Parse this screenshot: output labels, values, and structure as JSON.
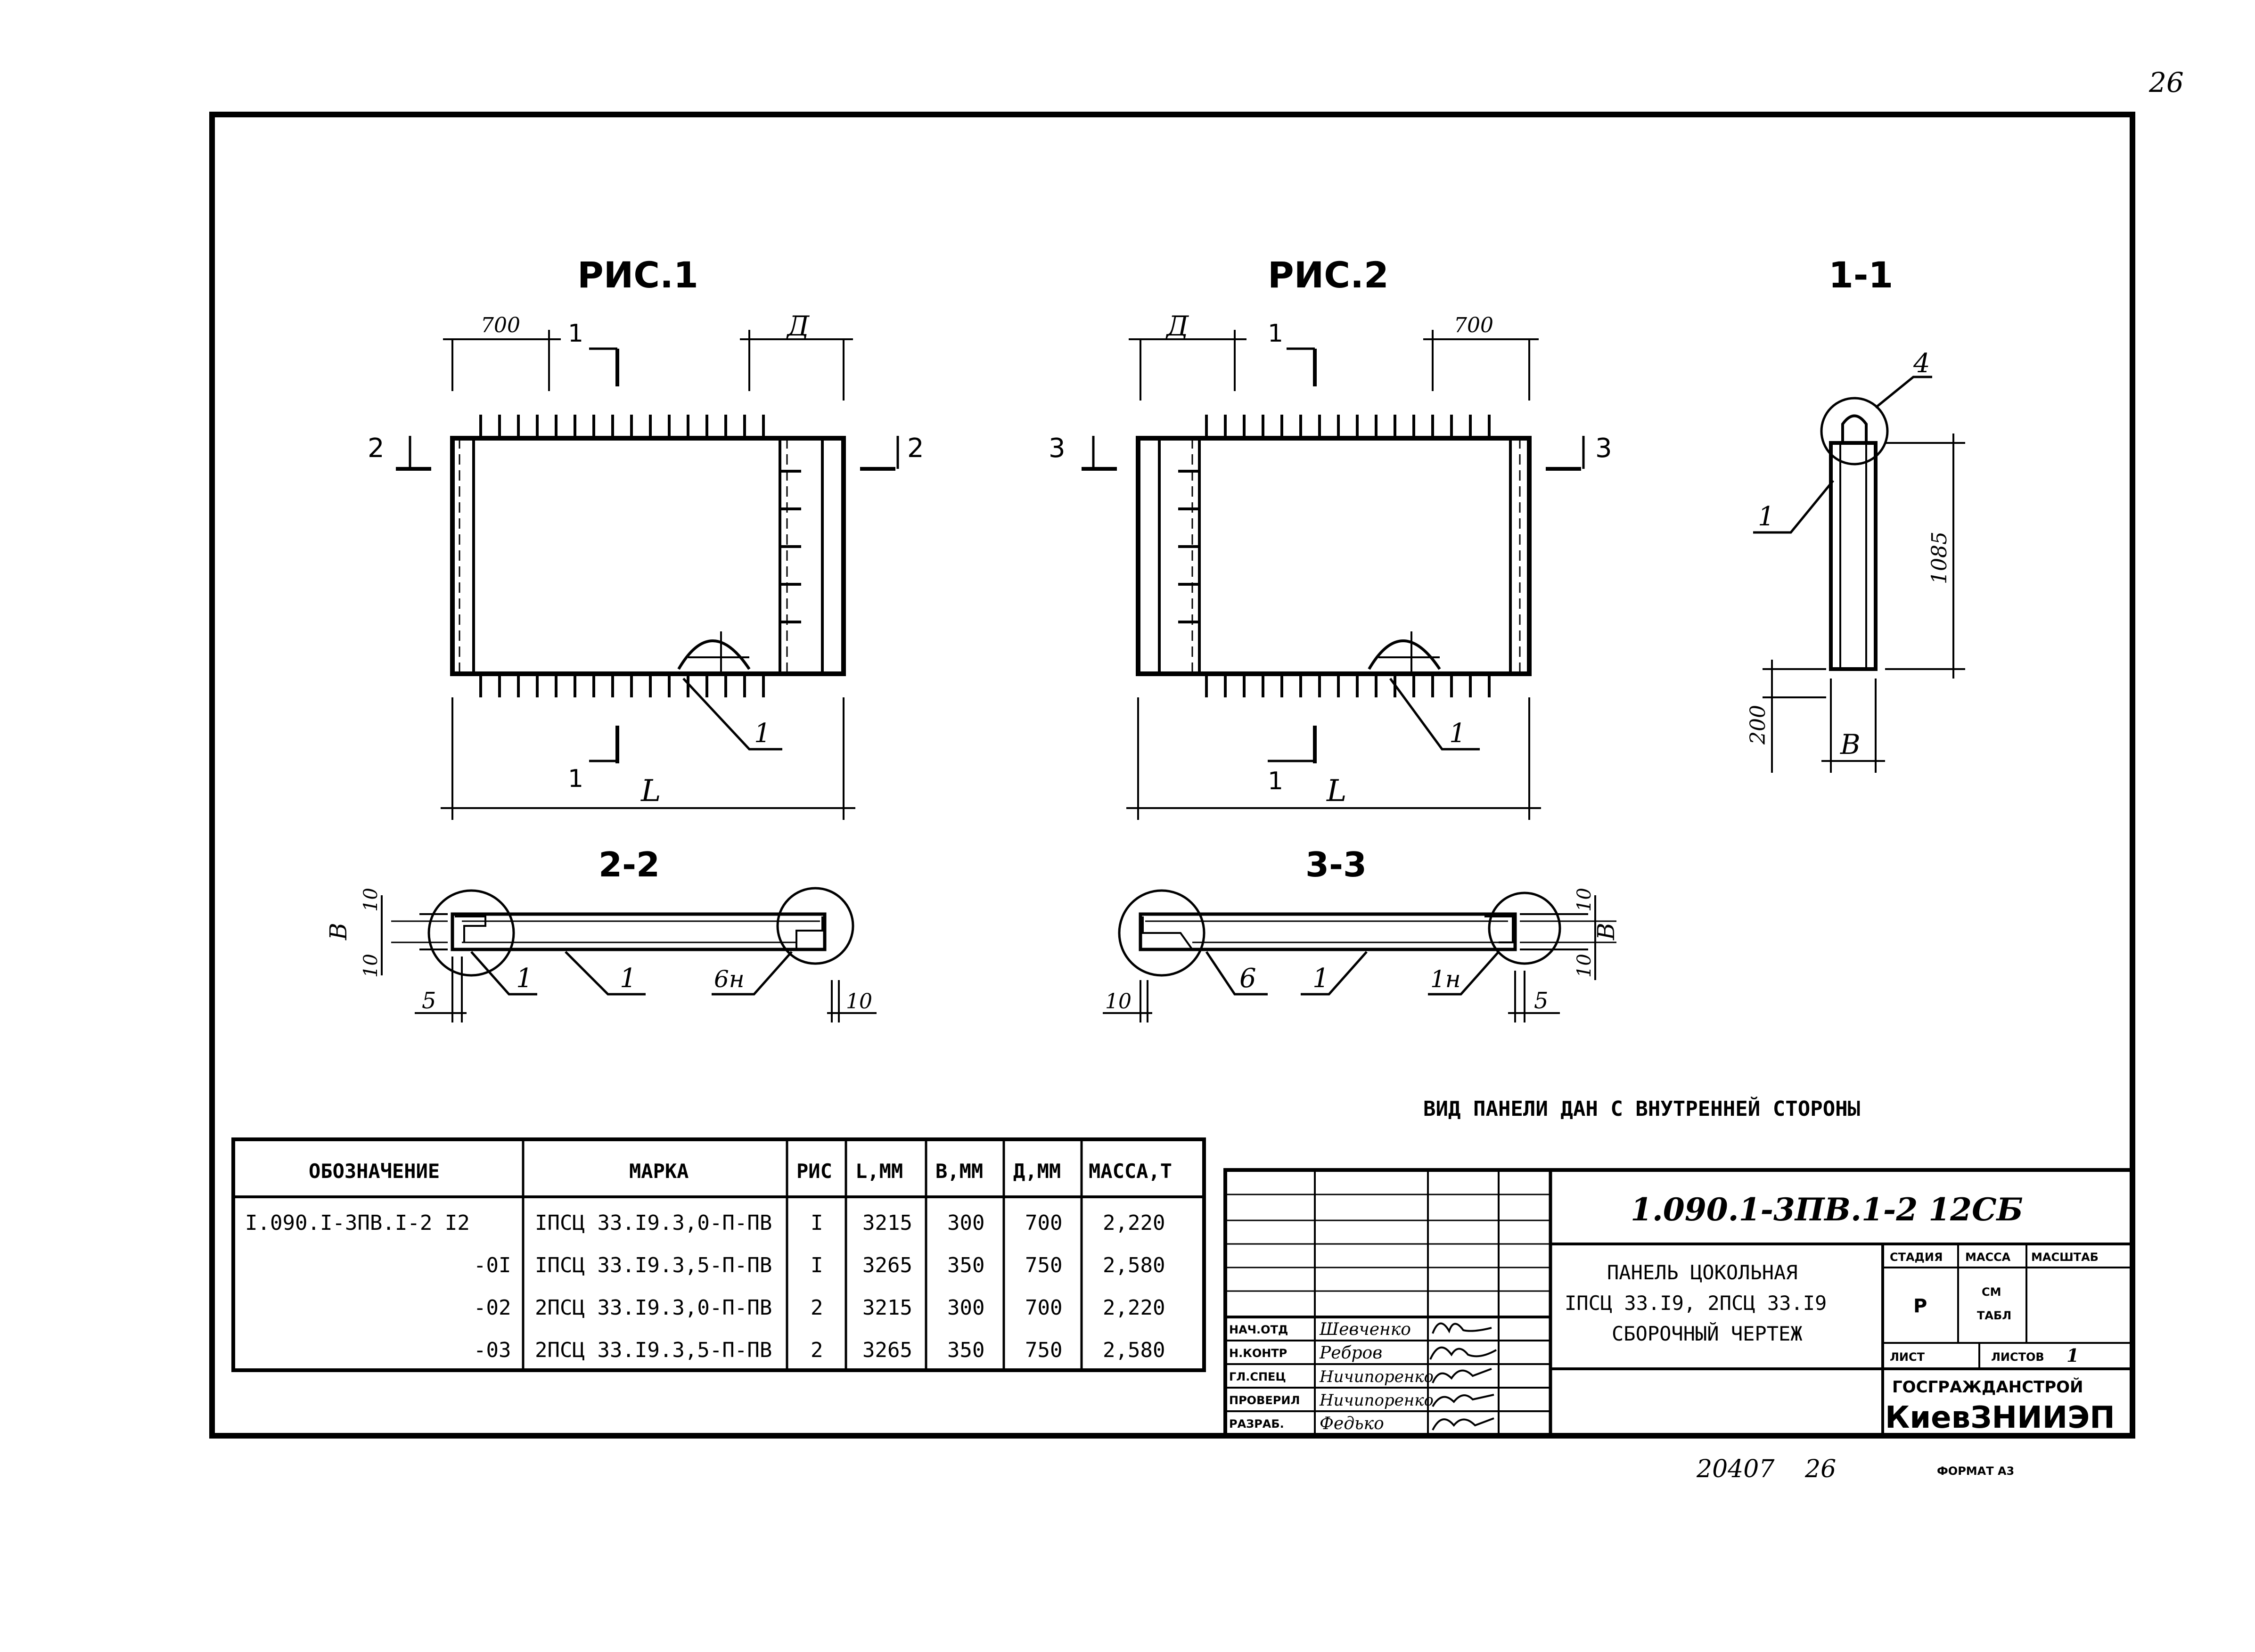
{
  "page_number": "26",
  "figures": {
    "fig1_title": "РИС.1",
    "fig2_title": "РИС.2",
    "sec11_title": "1-1",
    "sec22_title": "2-2",
    "sec33_title": "3-3"
  },
  "fig1": {
    "dim_700": "700",
    "dim_d": "Д",
    "dim_l": "L",
    "cut1": "1",
    "cut1b": "1",
    "cut2l": "2",
    "cut2r": "2",
    "leader1": "1"
  },
  "fig2": {
    "dim_700": "700",
    "dim_d": "Д",
    "dim_l": "L",
    "cut1": "1",
    "cut1b": "1",
    "cut3l": "3",
    "cut3r": "3",
    "leader1": "1"
  },
  "sec11": {
    "dim_1085": "1085",
    "dim_200": "200",
    "dim_b": "В",
    "leader1": "1",
    "leader4": "4"
  },
  "sec22": {
    "dim_10a": "10",
    "dim_b": "В",
    "dim_10b": "10",
    "dim_5": "5",
    "dim_10c": "10",
    "lead1a": "1",
    "lead1b": "1",
    "lead6n": "6н"
  },
  "sec33": {
    "dim_10a": "10",
    "dim_b": "В",
    "dim_10b": "10",
    "dim_5": "5",
    "dim_10c": "10",
    "lead6": "6",
    "lead1": "1",
    "lead1n": "1н"
  },
  "note": "ВИД ПАНЕЛИ ДАН С ВНУТРЕННЕЙ СТОРОНЫ",
  "spec_table": {
    "headers": [
      "ОБОЗНАЧЕНИЕ",
      "МАРКА",
      "РИС",
      "L,ММ",
      "В,ММ",
      "Д,ММ",
      "МАССА,Т"
    ],
    "rows": [
      [
        "I.090.I-3ПВ.I-2 I2",
        "IПСЦ 33.I9.3,0-П-ПВ",
        "I",
        "3215",
        "300",
        "700",
        "2,220"
      ],
      [
        "-0I",
        "IПСЦ 33.I9.3,5-П-ПВ",
        "I",
        "3265",
        "350",
        "750",
        "2,580"
      ],
      [
        "-02",
        "2ПСЦ 33.I9.3,0-П-ПВ",
        "2",
        "3215",
        "300",
        "700",
        "2,220"
      ],
      [
        "-03",
        "2ПСЦ 33.I9.3,5-П-ПВ",
        "2",
        "3265",
        "350",
        "750",
        "2,580"
      ]
    ]
  },
  "title_block": {
    "code": "1.090.1-3ПВ.1-2 12СБ",
    "title_lines": [
      "ПАНЕЛЬ ЦОКОЛЬНАЯ",
      "IПСЦ 33.I9, 2ПСЦ 33.I9",
      "СБОРОЧНЫЙ ЧЕРТЕЖ"
    ],
    "stage_label": "СТАДИЯ",
    "mass_label": "МАССА",
    "scale_label": "МАСШТАБ",
    "stage_value": "Р",
    "mass_value_1": "СМ",
    "mass_value_2": "ТАБЛ",
    "sheet_label": "ЛИСТ",
    "sheets_label": "ЛИСТОВ",
    "sheets_value": "1",
    "org_1": "ГОСГРАЖДАНСТРОЙ",
    "org_2": "КиевЗНИИЭП",
    "signatures": [
      {
        "role": "НАЧ.ОТД",
        "name": "Шевченко"
      },
      {
        "role": "Н.КОНТР",
        "name": "Ребров"
      },
      {
        "role": "ГЛ.СПЕЦ",
        "name": "Ничипоренко"
      },
      {
        "role": "ПРОВЕРИЛ",
        "name": "Ничипоренко"
      },
      {
        "role": "РАЗРАБ.",
        "name": "Федько"
      }
    ]
  },
  "footer": {
    "doc_number": "20407",
    "sheet": "26",
    "format": "ФОРМАТ А3"
  }
}
